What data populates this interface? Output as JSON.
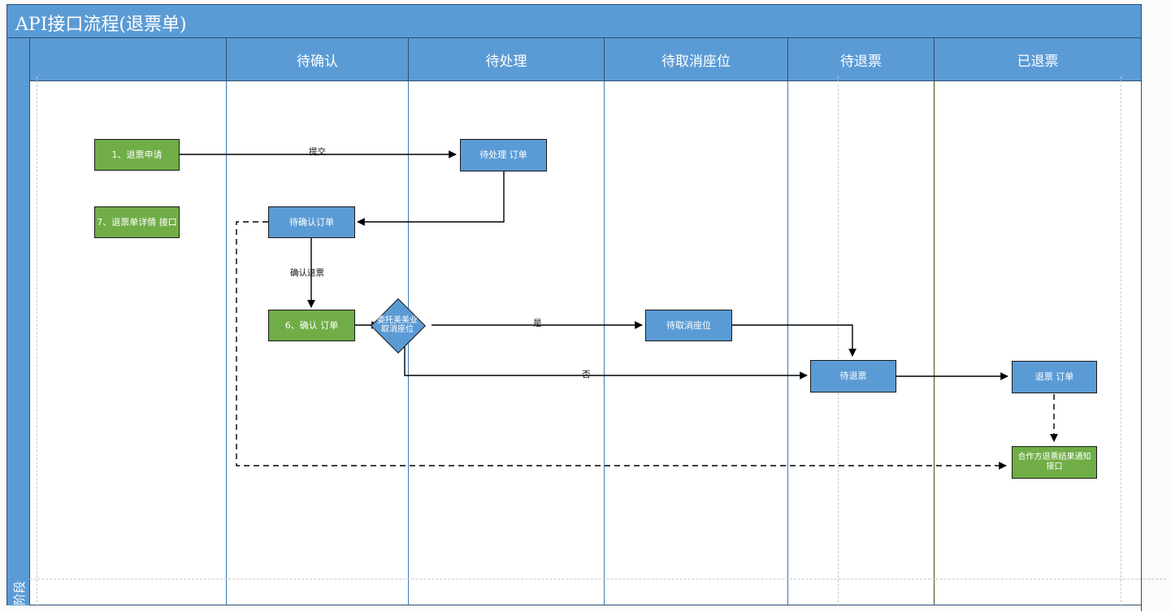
{
  "diagram": {
    "title": "API接口流程(退票单)",
    "phase_label": "阶段",
    "lanes": [
      {
        "label": ""
      },
      {
        "label": "待确认"
      },
      {
        "label": "待处理"
      },
      {
        "label": "待取消座位"
      },
      {
        "label": "待退票"
      },
      {
        "label": "已退票"
      }
    ],
    "nodes": [
      {
        "id": "n1",
        "text": "1、退票申请",
        "shape": "rect",
        "fill": "#70AD47"
      },
      {
        "id": "n2",
        "text": "待处理 订单",
        "shape": "rect",
        "fill": "#5B9BD5"
      },
      {
        "id": "n3",
        "text": "7、退票单详情 接口",
        "shape": "rect",
        "fill": "#70AD47"
      },
      {
        "id": "n4",
        "text": "待确认订单",
        "shape": "rect",
        "fill": "#5B9BD5"
      },
      {
        "id": "n5",
        "text": "6、确认 订单",
        "shape": "rect",
        "fill": "#70AD47"
      },
      {
        "id": "n6",
        "text": "委托美美业取消座位",
        "shape": "diamond",
        "fill": "#5B9BD5",
        "line1": "委托美美业",
        "line2": "取消座位"
      },
      {
        "id": "n7",
        "text": "待取消座位",
        "shape": "rect",
        "fill": "#5B9BD5"
      },
      {
        "id": "n8",
        "text": "待退票",
        "shape": "rect",
        "fill": "#5B9BD5"
      },
      {
        "id": "n9",
        "text": "退票 订单",
        "shape": "rect",
        "fill": "#5B9BD5"
      },
      {
        "id": "n10",
        "text": "合作方退票结果通知接口",
        "shape": "rect",
        "fill": "#70AD47",
        "line1": "合作方退票结果通知",
        "line2": "接口"
      }
    ],
    "edge_labels": [
      {
        "id": "e1",
        "text": "提交"
      },
      {
        "id": "e2",
        "text": "确认退票"
      },
      {
        "id": "e3",
        "text": "是"
      },
      {
        "id": "e4",
        "text": "否"
      }
    ],
    "colors": {
      "header_blue": "#5B9BD5",
      "node_green": "#70AD47",
      "node_blue": "#5B9BD5",
      "lane_divider": "#3a7ab4",
      "green_divider": "#375623",
      "frame_border": "#2e4f73",
      "connector": "#000000"
    }
  }
}
